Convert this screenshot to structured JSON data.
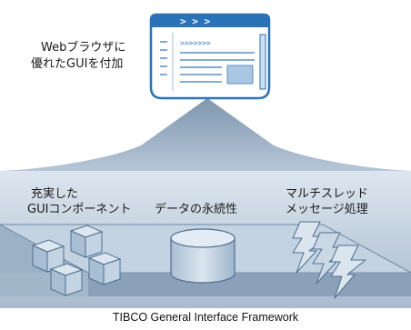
{
  "browser": {
    "callout_line1": "Webブラウザに",
    "callout_line2": "優れたGUIを付加",
    "titlebar_arrows": "> > >",
    "content_arrows": ">>>>>>>"
  },
  "features": {
    "components_line1": "充実した",
    "components_line2": "GUIコンポーネント",
    "persistence": "データの永続性",
    "threading_line1": "マルチスレッド",
    "threading_line2": "メッセージ処理"
  },
  "framework": {
    "label": "TIBCO General Interface Framework"
  },
  "colors": {
    "platform_top": "#9fb3c8",
    "platform_dark": "#6e88a3",
    "arrow_fill": "#a4b5c8",
    "browser_blue": "#2b73b8",
    "shape_fill": "#c7d6e4",
    "shape_stroke": "#4e6f8f"
  }
}
